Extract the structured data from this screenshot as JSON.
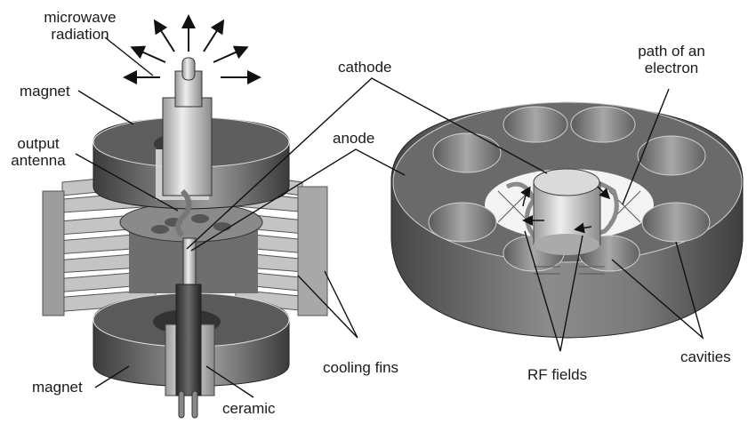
{
  "diagram": {
    "title": "Magnetron cross-section",
    "labels": {
      "microwave_radiation_line1": "microwave",
      "microwave_radiation_line2": "radiation",
      "magnet_top": "magnet",
      "output_antenna_line1": "output",
      "output_antenna_line2": "antenna",
      "cathode": "cathode",
      "anode": "anode",
      "path_of_electron_line1": "path of an",
      "path_of_electron_line2": "electron",
      "magnet_bottom": "magnet",
      "ceramic": "ceramic",
      "cooling_fins": "cooling fins",
      "rf_fields": "RF fields",
      "cavities": "cavities"
    },
    "colors": {
      "background": "#ffffff",
      "magnet_dark": "#4a4a4a",
      "magnet_mid": "#6e6e6e",
      "metal_light": "#c8c8c8",
      "fin_light": "#bdbdbd",
      "line": "#111111"
    }
  }
}
